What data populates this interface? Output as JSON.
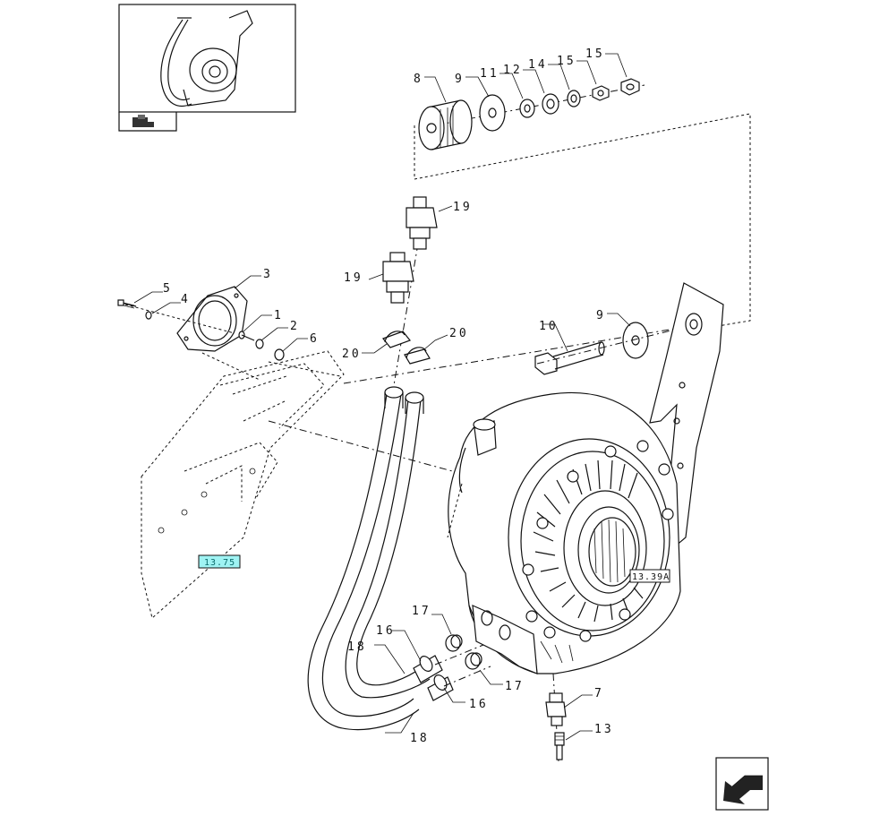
{
  "callouts": {
    "c8": "8",
    "c9a": "9",
    "c11": "11",
    "c12": "12",
    "c14": "14",
    "c15a": "15",
    "c15b": "15",
    "c19a": "19",
    "c19b": "19",
    "c3": "3",
    "c5": "5",
    "c4": "4",
    "c1": "1",
    "c2": "2",
    "c6": "6",
    "c20a": "20",
    "c20b": "20",
    "c10": "10",
    "c9b": "9",
    "c17a": "17",
    "c17b": "17",
    "c16a": "16",
    "c16b": "16",
    "c18a": "18",
    "c18b": "18",
    "c7": "7",
    "c13": "13"
  },
  "references": {
    "ref_left": "13.75",
    "ref_right": "13.39A"
  },
  "colors": {
    "line": "#111111",
    "ref_highlight": "#9ff3f3"
  },
  "icons": {
    "thumbnail": "assembly-thumbnail-icon",
    "badge": "section-badge-icon",
    "nav": "previous-page-arrow-icon"
  }
}
